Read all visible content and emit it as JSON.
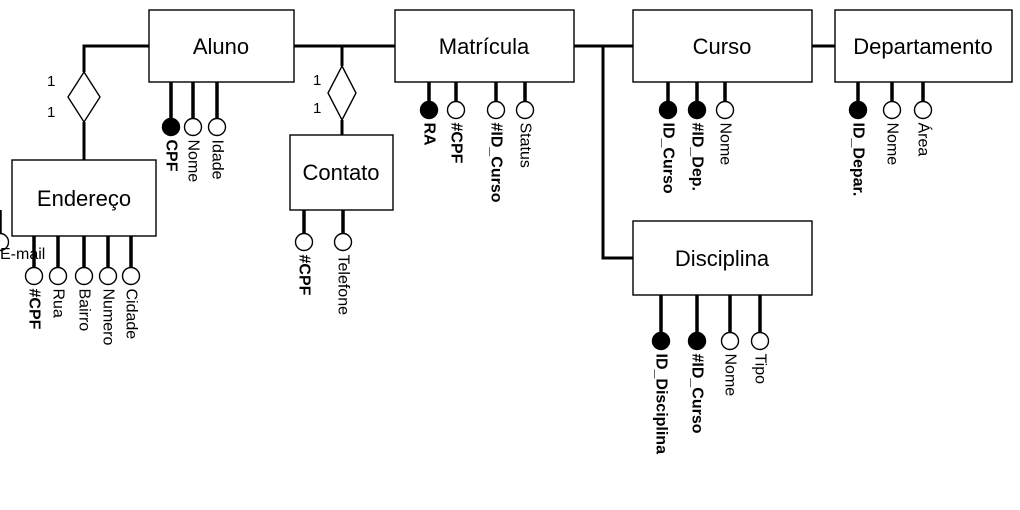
{
  "entities": {
    "aluno": {
      "label": "Aluno"
    },
    "matricula": {
      "label": "Matrícula"
    },
    "curso": {
      "label": "Curso"
    },
    "departamento": {
      "label": "Departamento"
    },
    "endereco": {
      "label": "Endereço"
    },
    "contato": {
      "label": "Contato"
    },
    "disciplina": {
      "label": "Disciplina"
    }
  },
  "relationships": {
    "aluno_endereco": {
      "card_top": "1",
      "card_bottom": "1"
    },
    "aluno_contato": {
      "card_top": "1",
      "card_bottom": "1"
    }
  },
  "attributes": {
    "aluno": [
      {
        "label": "CPF",
        "key": true
      },
      {
        "label": "Nome",
        "key": false
      },
      {
        "label": "Idade",
        "key": false
      }
    ],
    "matricula": [
      {
        "label": "RA",
        "key": true
      },
      {
        "label": "#CPF",
        "key": false,
        "bold": true
      },
      {
        "label": "#ID_Curso",
        "key": false,
        "bold": true
      },
      {
        "label": "Status",
        "key": false
      }
    ],
    "curso": [
      {
        "label": "ID_Curso",
        "key": true
      },
      {
        "label": "#ID_Dep.",
        "key": true
      },
      {
        "label": "Nome",
        "key": false
      }
    ],
    "departamento": [
      {
        "label": "ID_Depar.",
        "key": true
      },
      {
        "label": "Nome",
        "key": false
      },
      {
        "label": "Área",
        "key": false
      }
    ],
    "endereco": [
      {
        "label": "#CPF",
        "key": false,
        "bold": true
      },
      {
        "label": "Rua",
        "key": false
      },
      {
        "label": "Bairro",
        "key": false
      },
      {
        "label": "Numero",
        "key": false
      },
      {
        "label": "Cidade",
        "key": false
      }
    ],
    "contato": [
      {
        "label": "#CPF",
        "key": false,
        "bold": true
      },
      {
        "label": "Telefone",
        "key": false
      },
      {
        "label": "E-mail",
        "key": false
      }
    ],
    "disciplina": [
      {
        "label": "ID_Disciplina",
        "key": true
      },
      {
        "label": "#ID_Curso",
        "key": true
      },
      {
        "label": "Nome",
        "key": false
      },
      {
        "label": "Tipo",
        "key": false
      }
    ]
  }
}
